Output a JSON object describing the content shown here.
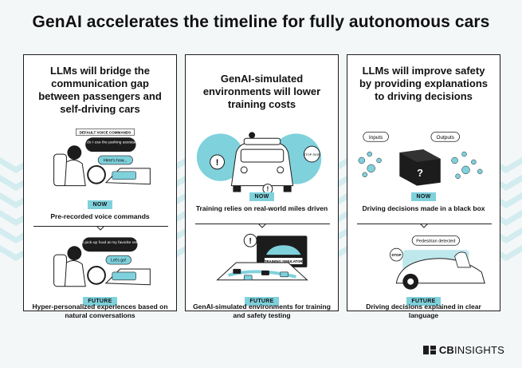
{
  "title": "GenAI accelerates the timeline for fully autonomous cars",
  "columns": [
    {
      "heading": "LLMs will bridge the communication gap between passengers and self-driving cars",
      "now": {
        "badge": "NOW",
        "caption": "Pre-recorded voice commands",
        "tag": "DEFAULT VOICE COMMANDS",
        "bubble1": "How do I use the parking assistance?",
        "bubble2": "Here's how..."
      },
      "future": {
        "badge": "FUTURE",
        "caption": "Hyper-personalized experiences based on natural conversations",
        "bubble1": "Let's go pick-up food at my favorite restaurant",
        "bubble2": "Let's go!"
      }
    },
    {
      "heading": "GenAI-simulated environments will lower training costs",
      "now": {
        "badge": "NOW",
        "caption": "Training relies on real-world miles driven",
        "sign": "STOP SIGN"
      },
      "future": {
        "badge": "FUTURE",
        "caption": "GenAI-simulated environments for training and safety testing",
        "screen": "TRAINING SIMULATOR"
      }
    },
    {
      "heading": "LLMs will improve safety by providing explanations to driving decisions",
      "now": {
        "badge": "NOW",
        "caption": "Driving decisions made in a black box",
        "inputs": "Inputs",
        "outputs": "Outputs",
        "question": "?"
      },
      "future": {
        "badge": "FUTURE",
        "caption": "Driving decisions explained in clear language",
        "bubble": "Pedestrian detected",
        "sign": "STOP"
      }
    }
  ],
  "brand": {
    "bold": "CB",
    "thin": "INSIGHTS"
  },
  "colors": {
    "accent": "#7fd1dc",
    "chevron": "#d2ecef",
    "dark": "#1c1c1c"
  }
}
